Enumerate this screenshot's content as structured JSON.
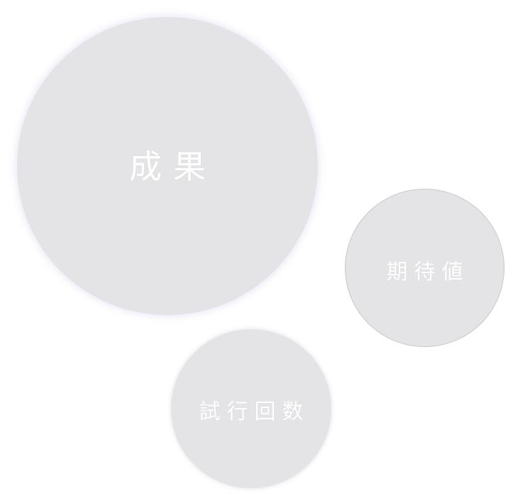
{
  "bubbles": {
    "large": {
      "label": "成果"
    },
    "right": {
      "label": "期待値"
    },
    "bottom": {
      "label": "試行回数"
    }
  },
  "colors": {
    "bubble_fill": "#e4e4e6",
    "label_text": "#ffffff",
    "right_border": "#c9c9cd"
  }
}
